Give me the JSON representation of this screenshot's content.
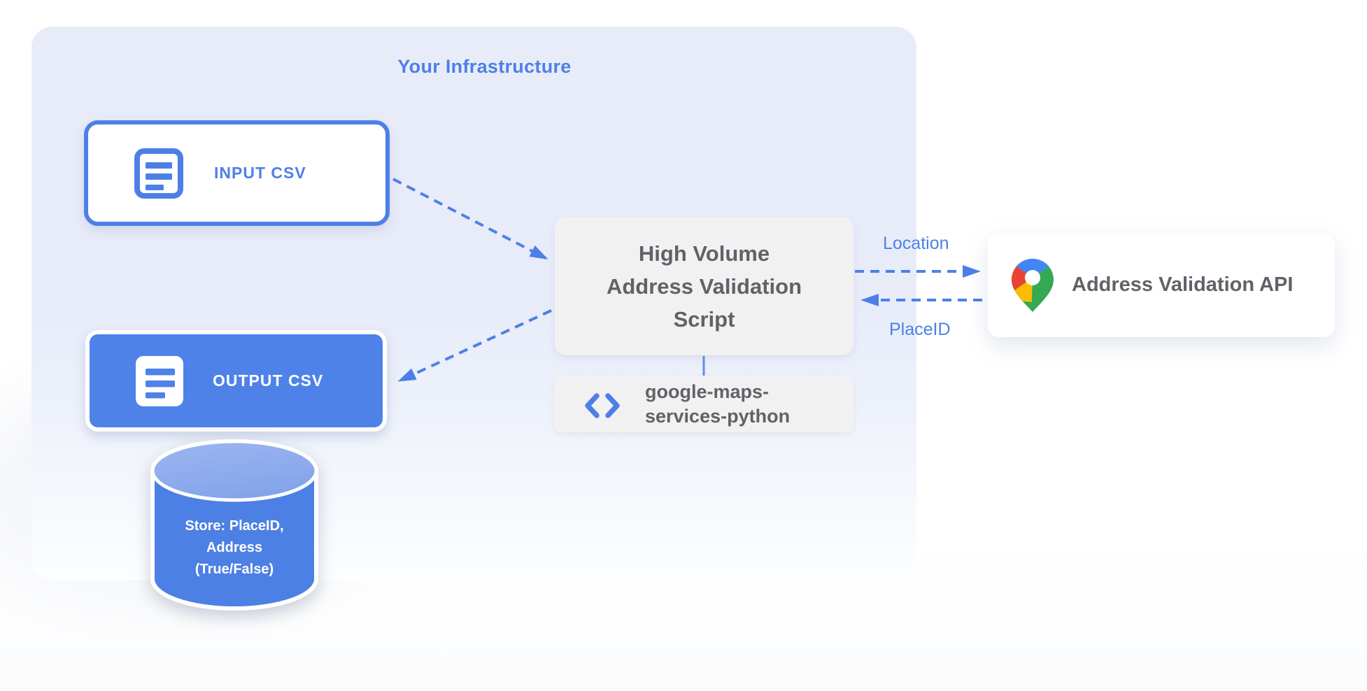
{
  "infrastructure": {
    "title": "Your Infrastructure"
  },
  "nodes": {
    "input_csv": {
      "label": "INPUT CSV"
    },
    "output_csv": {
      "label": "OUTPUT CSV"
    },
    "datastore": {
      "lines": [
        "Store: PlaceID,",
        "Address",
        "(True/False)"
      ]
    },
    "script": {
      "lines": [
        "High Volume",
        "Address Validation",
        "Script"
      ]
    },
    "library": {
      "lines": [
        "google-maps-",
        "services-python"
      ]
    },
    "api": {
      "label": "Address Validation API"
    }
  },
  "edge_labels": {
    "location": "Location",
    "placeid": "PlaceID"
  },
  "icons": {
    "input_csv": "document-icon",
    "output_csv": "document-icon",
    "library": "code-icon",
    "api": "google-maps-pin-icon"
  },
  "colors": {
    "accent_blue": "#4D80E6",
    "fill_blue": "#4E82E8",
    "container_bg": "#E8ECF9",
    "gray_panel": "#F1F1F2",
    "gray_text": "#5F6368",
    "pin_red": "#EA4335",
    "pin_blue": "#4285F4",
    "pin_yellow": "#FBBC04",
    "pin_green": "#34A853",
    "datastore_top": "#8FB0EE",
    "white": "#FFFFFF"
  }
}
